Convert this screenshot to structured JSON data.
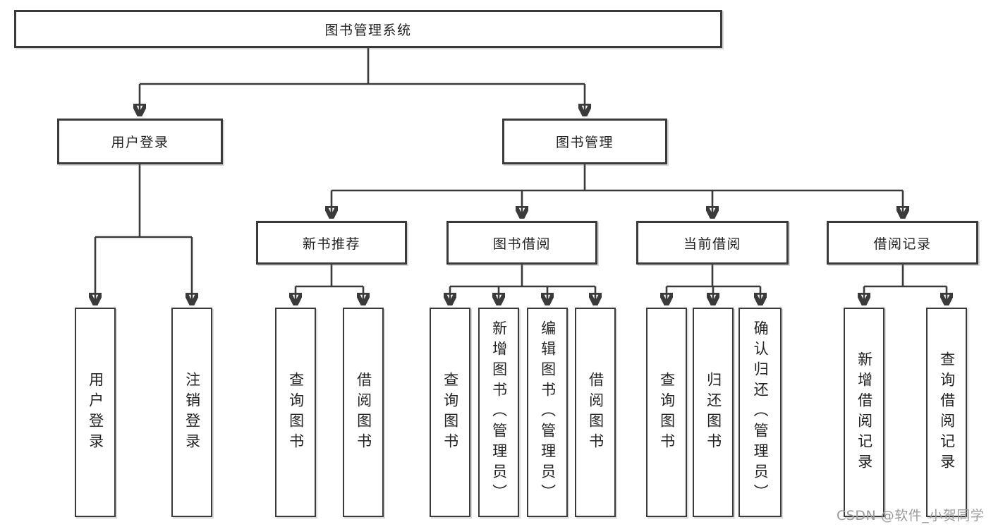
{
  "diagram": {
    "root": "图书管理系统",
    "branches": [
      {
        "label": "用户登录",
        "children": [
          "用户登录",
          "注销登录"
        ]
      },
      {
        "label": "图书管理",
        "sections": [
          {
            "label": "新书推荐",
            "children": [
              "查询图书",
              "借阅图书"
            ]
          },
          {
            "label": "图书借阅",
            "children": [
              "查询图书",
              "新增图书（管理员）",
              "编辑图书（管理员）",
              "借阅图书"
            ]
          },
          {
            "label": "当前借阅",
            "children": [
              "查询图书",
              "归还图书",
              "确认归还（管理员）"
            ]
          },
          {
            "label": "借阅记录",
            "children": [
              "新增借阅记录",
              "查询借阅记录"
            ]
          }
        ]
      }
    ]
  },
  "watermark": "CSDN @软件_小贺同学",
  "colors": {
    "line": "#3a3a3a",
    "box_border": "#3a3a3a",
    "text": "#232323",
    "watermark": "#9b9b9b",
    "background": "#ffffff"
  }
}
